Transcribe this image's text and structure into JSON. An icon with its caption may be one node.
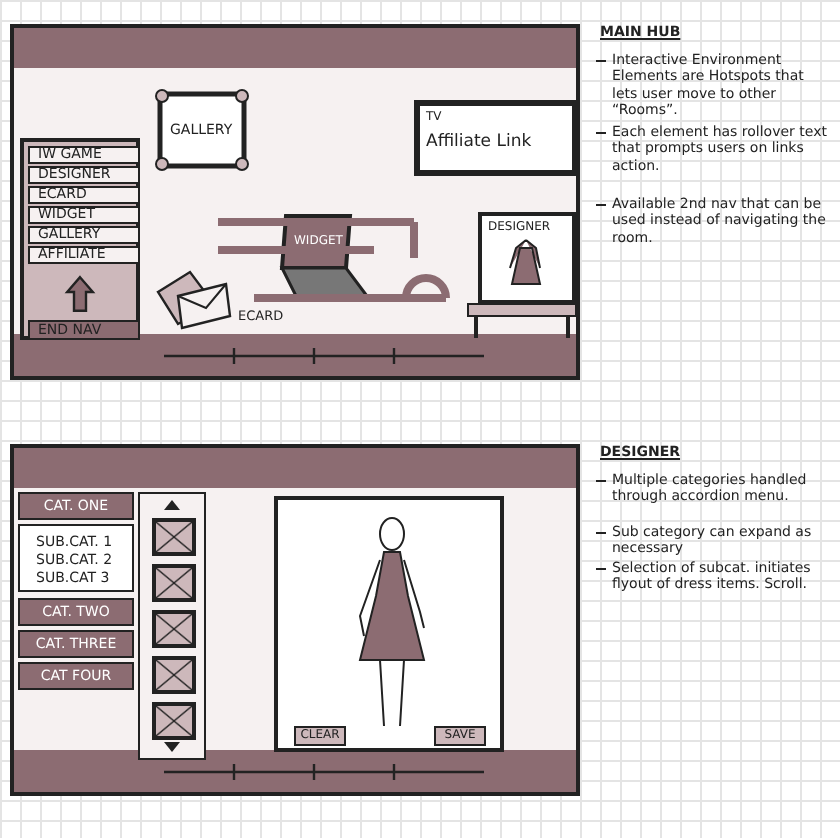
{
  "diagram": {
    "nodes": [
      {
        "text": [],
        "shape": "box"
      },
      {
        "text": [],
        "shape": "box",
        "in": 0
      },
      {
        "text": [
          "IW GAME"
        ],
        "in": 1
      },
      {
        "text": [
          "DESIGNER"
        ],
        "in": 1
      },
      {
        "text": [
          "ECARD"
        ],
        "in": 1
      },
      {
        "text": [
          "WIDGET"
        ],
        "in": 1
      },
      {
        "text": [
          "GALLERY"
        ],
        "in": 1
      },
      {
        "text": [
          "AFFILIATE"
        ],
        "in": 1
      },
      {
        "text": [
          "END NAV"
        ],
        "in": 1
      },
      {
        "text": [
          "GALLERY"
        ],
        "in": 0
      },
      {
        "text": [
          "TV",
          "Affiliate Link"
        ],
        "in": 0
      },
      {
        "text": [
          "WIDGET"
        ],
        "in": 0
      },
      {
        "text": [],
        "shape": "picture",
        "beside": [
          "ECARD"
        ],
        "in": 0
      },
      {
        "text": [
          "DESIGNER"
        ],
        "in": 0
      },
      {
        "text": [],
        "shape": "box"
      },
      {
        "text": [
          "CAT. ONE"
        ],
        "in": 14
      },
      {
        "text": [
          "SUB.CAT. 1",
          "SUB.CAT. 2",
          "SUB.CAT 3"
        ],
        "in": 14
      },
      {
        "text": [
          "CAT. TWO"
        ],
        "in": 14
      },
      {
        "text": [
          "CAT. THREE"
        ],
        "in": 14
      },
      {
        "text": [
          "CAT FOUR"
        ],
        "in": 14
      },
      {
        "text": [],
        "shape": "box",
        "in": 14
      },
      {
        "text": [],
        "shape": "box",
        "in": 20
      },
      {
        "text": [],
        "shape": "box",
        "in": 20
      },
      {
        "text": [],
        "shape": "box",
        "in": 20
      },
      {
        "text": [],
        "shape": "box",
        "in": 20
      },
      {
        "text": [],
        "shape": "box",
        "in": 20
      },
      {
        "text": [],
        "shape": "box",
        "in": 14
      },
      {
        "text": [
          "CLEAR"
        ],
        "in": 26
      },
      {
        "text": [
          "SAVE"
        ],
        "in": 26
      }
    ],
    "labels": [
      "MAIN HUB",
      "Interactive Environment Elements are Hotspots that lets user move to other “Rooms”.",
      "Each element has rollover text that prompts users on links action.",
      "Available 2nd nav that can be used instead of navigating the room.",
      "DESIGNER",
      "Multiple categories handled through accordion menu.",
      "Sub category can expand as necessary",
      "Selection of subcat. initiates flyout of dress items. Scroll."
    ]
  }
}
